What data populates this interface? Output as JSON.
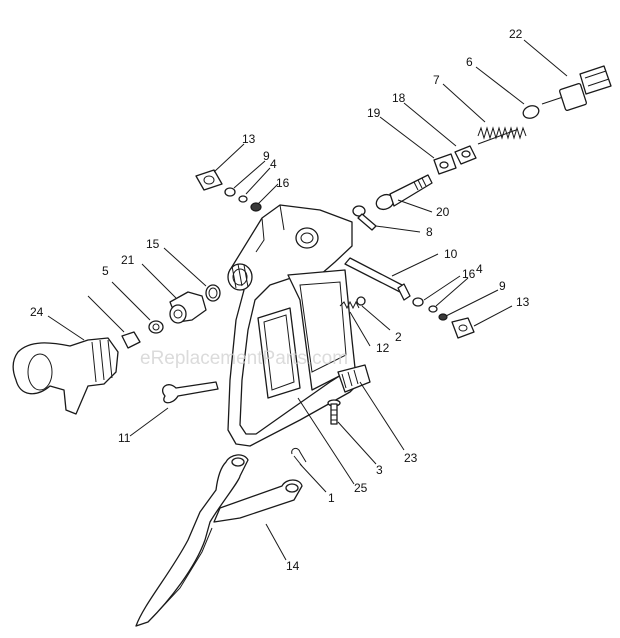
{
  "watermark": "eReplacementParts.com",
  "callouts": [
    {
      "id": "c22",
      "label": "22"
    },
    {
      "id": "c6",
      "label": "6"
    },
    {
      "id": "c7",
      "label": "7"
    },
    {
      "id": "c18",
      "label": "18"
    },
    {
      "id": "c19",
      "label": "19"
    },
    {
      "id": "c13a",
      "label": "13"
    },
    {
      "id": "c9a",
      "label": "9"
    },
    {
      "id": "c4a",
      "label": "4"
    },
    {
      "id": "c16a",
      "label": "16"
    },
    {
      "id": "c20",
      "label": "20"
    },
    {
      "id": "c8",
      "label": "8"
    },
    {
      "id": "c10",
      "label": "10"
    },
    {
      "id": "c15",
      "label": "15"
    },
    {
      "id": "c21",
      "label": "21"
    },
    {
      "id": "c5",
      "label": "5"
    },
    {
      "id": "c24",
      "label": "24"
    },
    {
      "id": "c16b",
      "label": "16"
    },
    {
      "id": "c4b",
      "label": "4"
    },
    {
      "id": "c9b",
      "label": "9"
    },
    {
      "id": "c13b",
      "label": "13"
    },
    {
      "id": "c2",
      "label": "2"
    },
    {
      "id": "c12",
      "label": "12"
    },
    {
      "id": "c11",
      "label": "11"
    },
    {
      "id": "c23",
      "label": "23"
    },
    {
      "id": "c3",
      "label": "3"
    },
    {
      "id": "c25",
      "label": "25"
    },
    {
      "id": "c1",
      "label": "1"
    },
    {
      "id": "c14",
      "label": "14"
    }
  ]
}
